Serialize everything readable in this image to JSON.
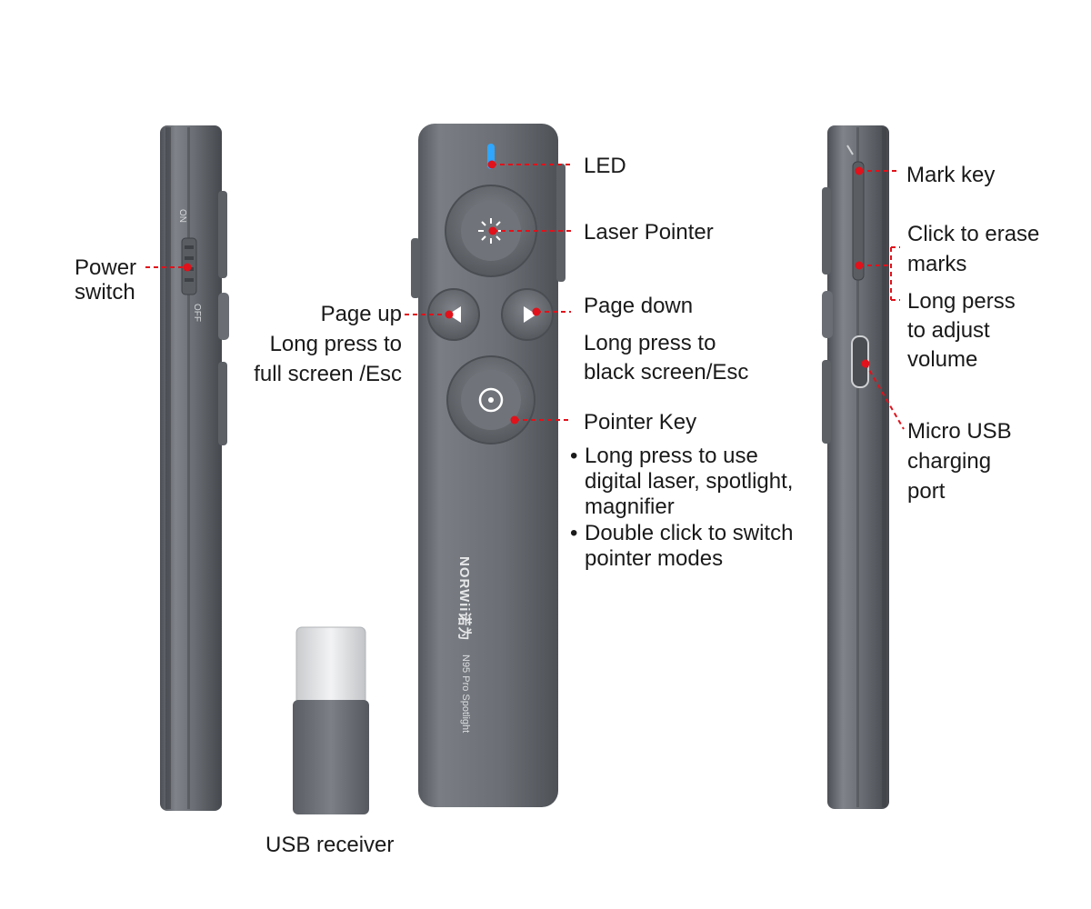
{
  "labels": {
    "led": "LED",
    "laser_pointer": "Laser Pointer",
    "page_up": "Page up",
    "page_up_desc_1": "Long press to",
    "page_up_desc_2": "full screen /Esc",
    "page_down": "Page down",
    "page_down_desc_1": "Long press to",
    "page_down_desc_2": "black screen/Esc",
    "pointer_key": "Pointer Key",
    "pointer_bullet_1a": "Long press to use",
    "pointer_bullet_1b": "digital laser, spotlight,",
    "pointer_bullet_1c": "magnifier",
    "pointer_bullet_2a": "Double click to switch",
    "pointer_bullet_2b": "pointer modes",
    "power_1": "Power",
    "power_2": "switch",
    "mark_key": "Mark key",
    "erase_1": "Click to erase",
    "erase_2": "marks",
    "volume_1": "Long perss",
    "volume_2": "to adjust",
    "volume_3": "volume",
    "usb_port_1": "Micro USB",
    "usb_port_2": "charging",
    "usb_port_3": "port",
    "usb_receiver": "USB receiver"
  },
  "device_text": {
    "brand": "NORWii诺为",
    "model": "N95 Pro Spotlight",
    "switch_on": "ON",
    "switch_off": "OFF"
  },
  "colors": {
    "callout": "#e0121b",
    "body": "#6b6f75",
    "led": "#2fa6ff"
  }
}
